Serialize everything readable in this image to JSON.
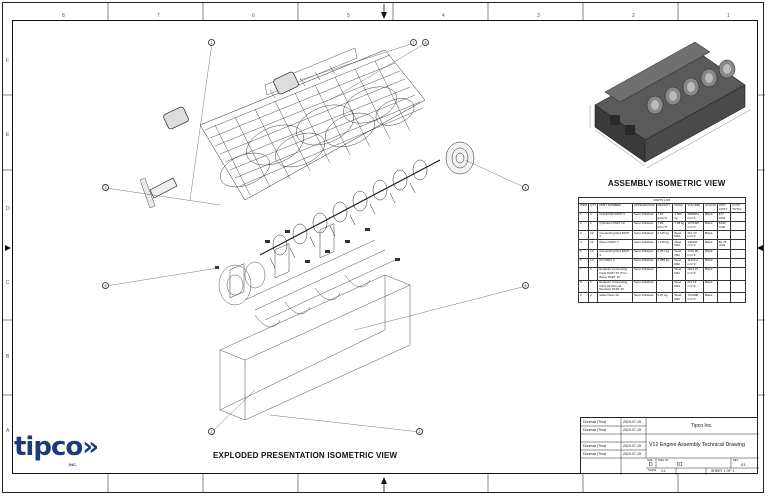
{
  "captions": {
    "assembly": "ASSEMBLY ISOMETRIC VIEW",
    "exploded": "EXPLODED PRESENTATION ISOMETRIC VIEW"
  },
  "bom": {
    "title": "PARTS LIST",
    "headers": [
      "ITEM",
      "QTY",
      "PART NUMBER",
      "APPEARANCE",
      "DENSITY",
      "MASS",
      "VOLUME",
      "COLOR",
      "UNIT COST",
      "COST TOTAL"
    ],
    "rows": [
      [
        "1",
        "1",
        "Crankshaft PART 3",
        "Semi-Polished",
        "7.87 g/cm^3",
        "1.000 kg",
        "3089951 mm^3",
        "Black",
        "$77 USD",
        ""
      ],
      [
        "2",
        "1",
        "Cylinders PART 10",
        "Semi-Polished",
        "7.86 g/cm^3",
        "7.88 kg",
        "1270495 mm^3",
        "Black",
        "$140 USD",
        ""
      ],
      [
        "3",
        "12",
        "Connecting Rod PART 2",
        "Semi-Polished",
        "2.115 kg",
        "Steel, Mild",
        "214.33 mm^3",
        "Black",
        "",
        ""
      ],
      [
        "4",
        "12",
        "Piston PART 7",
        "Semi-Polished",
        "7.116 kg",
        "Steel, Mild",
        "440000 mm^3",
        "Black",
        "$0.78 USD",
        ""
      ],
      [
        "5",
        "12",
        "Connecting Rod PART 4",
        "Semi-Polished",
        "0.057 kg",
        "Steel, Mild",
        "7270.90 mm^3",
        "Black",
        "",
        ""
      ],
      [
        "6",
        "12",
        "Pin PART 4",
        "Semi-Polished",
        "0.085 kg",
        "Steel, Mild",
        "11212.4 mm^3",
        "Black",
        "",
        ""
      ],
      [
        "7",
        "1",
        "Endpoint Connecting Parts PART 15 (Trim Base) PART 15",
        "Semi-Polished",
        "",
        "Steel, Mild",
        "2014.97 mm^3",
        "Black",
        "",
        ""
      ],
      [
        "8",
        "1",
        "Endpoint Connecting Parts 02 (Round Revolve) PART 15",
        "Semi-Polished",
        "",
        "Steel, Mild",
        "211.13 mm^3",
        "Black",
        "",
        ""
      ],
      [
        "9",
        "2",
        "Valve Parts 16",
        "Semi-Polished",
        "5.87 kg",
        "Steel, Mild",
        "70.0998 mm^3",
        "Black",
        "",
        ""
      ]
    ]
  },
  "title_block": {
    "company": "Tipco Inc.",
    "drawing_title": "V12 Engine Assembly Technical Drawing",
    "drawn_by": "Donman (Tina)",
    "checked_by": "Donman (Tina)",
    "approved_by": "Donman (Tina)",
    "date": "2019-07-15",
    "size_label": "SIZE",
    "size": "D",
    "dwg_label": "DWG NO",
    "dwg_no": "01",
    "rev_label": "REV",
    "rev": "01",
    "scale_label": "SCALE",
    "scale": "1:1",
    "sheet": "SHEET 1 OF 1"
  },
  "logo": {
    "text": "tipco»",
    "sub": "INC."
  },
  "balloons": [
    "1",
    "2",
    "3",
    "4",
    "5",
    "6",
    "7",
    "8"
  ],
  "zones": {
    "top": [
      "8",
      "7",
      "6",
      "5",
      "4",
      "3",
      "2",
      "1"
    ],
    "side": [
      "F",
      "E",
      "D",
      "C",
      "B",
      "A"
    ]
  },
  "colors": {
    "logo": "#1c3b7a",
    "line": "#111111"
  }
}
